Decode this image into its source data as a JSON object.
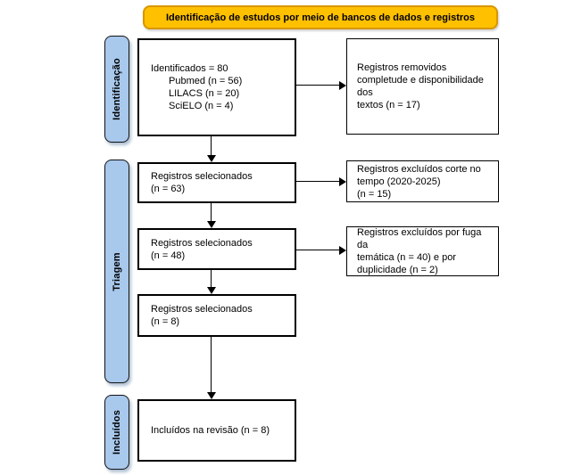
{
  "banner": {
    "label": "Identificação de estudos por meio de bancos de dados e registros"
  },
  "stages": {
    "identificacao": "Identificação",
    "triagem": "Triagem",
    "incluidos": "Incluídos"
  },
  "boxes": {
    "identified": {
      "title": "Identificados = 80",
      "items": [
        "Pubmed (n = 56)",
        "LILACS (n = 20)",
        "SciELO (n = 4)"
      ]
    },
    "removed_completeness": {
      "lines": [
        "Registros removidos",
        "completude e disponibilidade dos",
        "textos (n = 17)"
      ]
    },
    "selected_63": {
      "lines": [
        "Registros selecionados",
        "(n = 63)"
      ]
    },
    "excluded_timeframe": {
      "lines": [
        "Registros excluídos corte no",
        "tempo (2020-2025)",
        "(n = 15)"
      ]
    },
    "selected_48": {
      "lines": [
        "Registros selecionados",
        "(n = 48)"
      ]
    },
    "excluded_theme_dup": {
      "lines": [
        "Registros excluídos por fuga da",
        "temática (n = 40) e por",
        "duplicidade (n = 2)"
      ]
    },
    "selected_8": {
      "lines": [
        "Registros selecionados",
        "(n = 8)"
      ]
    },
    "included_review": {
      "lines": [
        "Incluídos na revisão (n = 8)"
      ]
    }
  },
  "colors": {
    "banner_fill": "#FFC000",
    "banner_border": "#D79600",
    "stage_fill": "#A8C8EC",
    "stage_border": "#141414",
    "box_border": "#000000",
    "line_color": "#000000",
    "text_color": "#000000"
  }
}
